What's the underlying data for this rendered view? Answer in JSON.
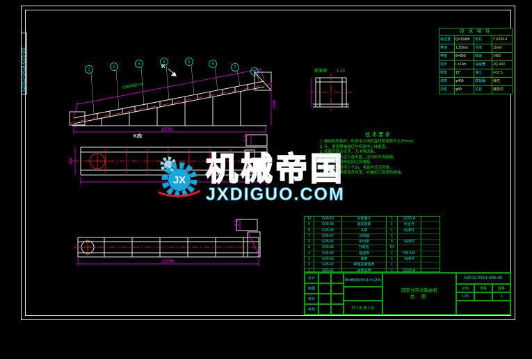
{
  "colors": {
    "background": "#000000",
    "frame_white": "#e8e8e8",
    "center_red": "#ff2020",
    "dim_magenta": "#ff00ff",
    "table_green": "#00a000",
    "text_cyan": "#00e5e5",
    "text_green": "#00e000",
    "brand_red": "#e8192c",
    "brand_cyan": "#18a7dc"
  },
  "sheet": {
    "vertical_label": "SZ012-0419-G05-00"
  },
  "watermark": {
    "brand": "机械帝国",
    "site": "JXDIGUO.COM",
    "gear_text": "JX"
  },
  "tech_table": {
    "title": "技 术 特 性",
    "rows": [
      [
        "输送量",
        "Q=100t/h",
        "电机",
        "Y160M-4"
      ],
      [
        "带速",
        "1.25m/s",
        "功率",
        "11kW"
      ],
      [
        "带宽",
        "B=800",
        "转速",
        "1460"
      ],
      [
        "机长",
        "L=12m",
        "减速器",
        "ZQ-400"
      ],
      [
        "倾角",
        "12°",
        "速比",
        "i=31.5"
      ],
      [
        "滚筒",
        "φ400",
        "联轴器",
        "弹性"
      ],
      [
        "托辊",
        "φ89",
        "拉紧",
        "螺旋式"
      ]
    ]
  },
  "tech_req": {
    "title": "技术要求",
    "lines": [
      "1. 输送机安装时，机架中心线的直线度误差不大于5mm。",
      "2. 头、尾滚筒轴线应与机架中心线垂直。",
      "3. 托辊应转动灵活，无卡阻现象。",
      "4. 输送带接头应平直牢固，运行时不得跑偏。",
      "5. 各润滑点按规定加注润滑脂。",
      "6. 空载试运转不少于2h，各部件应无异常。",
      "7. 非加工外表面涂灰色漆，外露加工面涂防锈油。"
    ]
  },
  "view_labels": {
    "k": "K",
    "k_view": "K向",
    "section": "断面图"
  },
  "dims": {
    "total_length": "12000",
    "lift_height": "2520",
    "bottom_length": "12000",
    "belt_width": "800",
    "pitch_note": "托辊间距1200",
    "section_scale": "1:10"
  },
  "callouts": [
    "1",
    "2",
    "3",
    "4",
    "5",
    "6",
    "7",
    "8"
  ],
  "bom": {
    "headers": [
      "序号",
      "代 号",
      "名 称",
      "数量",
      "材 料",
      "备 注"
    ],
    "rows": [
      [
        "10",
        "G05-10",
        "头部漏斗",
        "1",
        "Q235-A",
        ""
      ],
      [
        "9",
        "G05-09",
        "驱动装置",
        "1",
        "组合件",
        ""
      ],
      [
        "8",
        "G05-08",
        "头架",
        "1",
        "焊接件",
        ""
      ],
      [
        "7",
        "G05-07",
        "清扫器",
        "1",
        "",
        ""
      ],
      [
        "6",
        "G05-06",
        "中间架",
        "5",
        "焊接件",
        ""
      ],
      [
        "5",
        "G05-05",
        "托辊组",
        "24",
        "",
        ""
      ],
      [
        "4",
        "G05-04",
        "输送带",
        "1",
        "NN-100",
        ""
      ],
      [
        "3",
        "G05-03",
        "尾架",
        "1",
        "焊接件",
        ""
      ],
      [
        "2",
        "G05-02",
        "螺旋拉紧装置",
        "1",
        "",
        ""
      ],
      [
        "1",
        "G05-01",
        "尾部罩壳",
        "1",
        "Q235-A",
        ""
      ]
    ]
  },
  "title_block": {
    "drawing_no": "SZ012-0419-G05-00",
    "spec": "B=800mm L=12m",
    "product_line1": "固定式带式输送机",
    "product_line2": "总 图",
    "sheets": "共 1 张 第 1 张",
    "left_labels": [
      "设计",
      "制图",
      "校对",
      "审核"
    ],
    "cells": [
      {
        "label": "比例",
        "value": "1:25"
      },
      {
        "label": "重量",
        "value": ""
      },
      {
        "label": "数量",
        "value": "1"
      }
    ]
  }
}
